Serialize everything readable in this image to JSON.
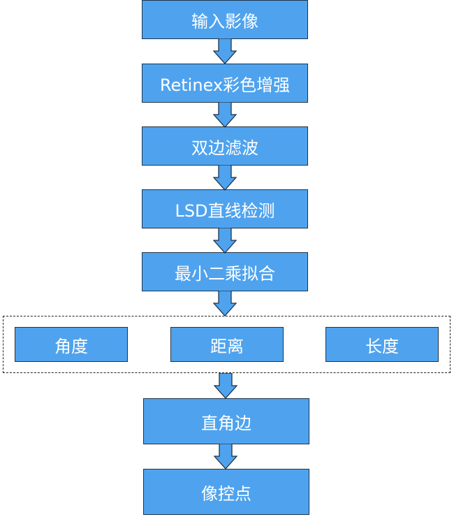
{
  "colors": {
    "box_fill": "#4fa3ee",
    "box_border": "#1f3347",
    "text": "#ffffff",
    "dashed_border": "#222222"
  },
  "steps": [
    {
      "label": "输入影像"
    },
    {
      "label": "Retinex彩色增强"
    },
    {
      "label": "双边滤波"
    },
    {
      "label": "LSD直线检测"
    },
    {
      "label": "最小二乘拟合"
    }
  ],
  "features": [
    {
      "label": "角度"
    },
    {
      "label": "距离"
    },
    {
      "label": "长度"
    }
  ],
  "outputs": [
    {
      "label": "直角边"
    },
    {
      "label": "像控点"
    }
  ]
}
